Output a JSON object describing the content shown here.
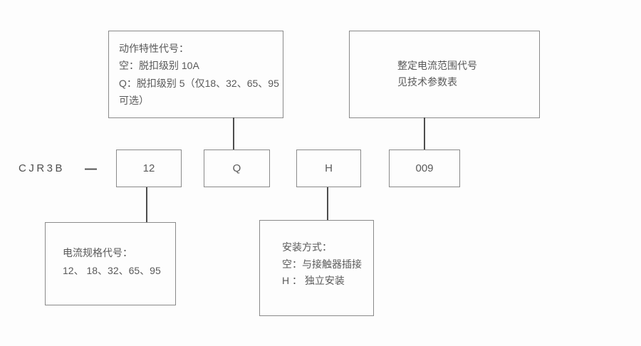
{
  "diagram": {
    "model_prefix": "CJR3B",
    "separator": "—",
    "top_left_box": {
      "lines": [
        "动作特性代号：",
        "空：脱扣级别 10A",
        "Q：脱扣级别 5（仅18、32、65、95",
        "可选）"
      ]
    },
    "top_right_box": {
      "lines": [
        "整定电流范围代号",
        "见技术参数表"
      ]
    },
    "code_boxes": {
      "current_spec": "12",
      "trip_class": "Q",
      "mounting": "H",
      "current_range": "009"
    },
    "bottom_left_box": {
      "lines": [
        "电流规格代号：",
        "12、  18、32、65、95"
      ]
    },
    "bottom_middle_box": {
      "lines": [
        "安装方式：",
        "空：与接触器插接",
        "H ： 独立安装"
      ]
    },
    "colors": {
      "background": "#fdfdfd",
      "box_border": "#8a8a8a",
      "text": "#595959",
      "connector": "#4d4d4d"
    }
  }
}
